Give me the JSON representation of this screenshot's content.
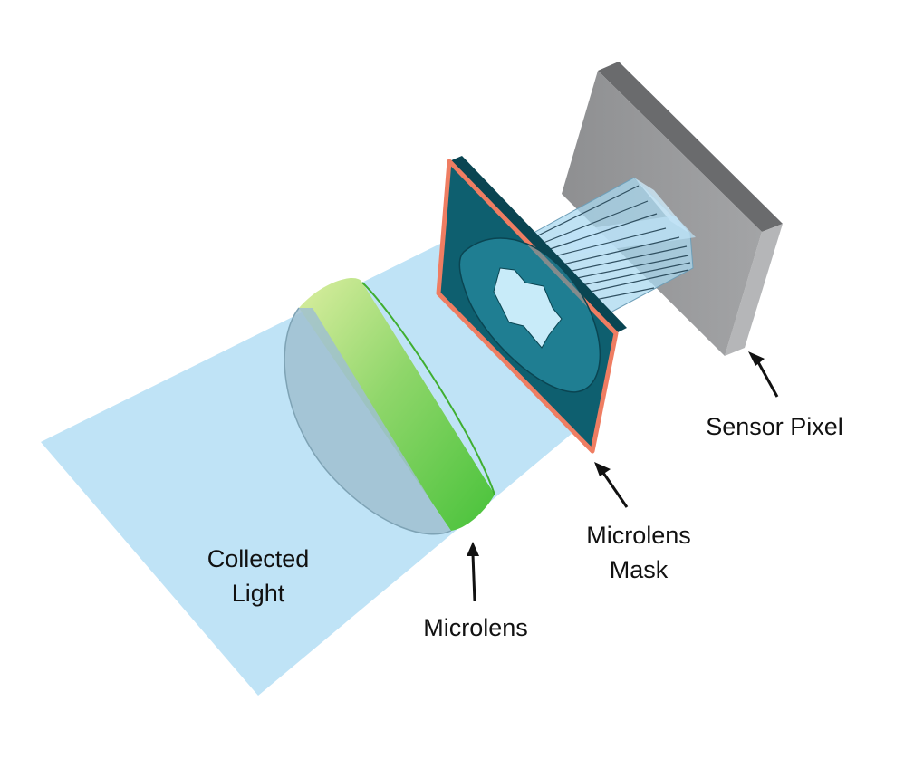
{
  "labels": {
    "sensor_pixel": "Sensor Pixel",
    "microlens_mask_line1": "Microlens",
    "microlens_mask_line2": "Mask",
    "microlens": "Microlens",
    "collected_light_line1": "Collected",
    "collected_light_line2": "Light"
  },
  "colors": {
    "light_beam": "#bfe3f6",
    "lens_body": "#9fbfd0",
    "lens_rim": "#6ccf4f",
    "mask_plate": "#0e5f6f",
    "mask_border": "#ef7d62",
    "sensor_face": "#9a9b9d",
    "sensor_edge": "#616264",
    "arrow": "#111111"
  }
}
